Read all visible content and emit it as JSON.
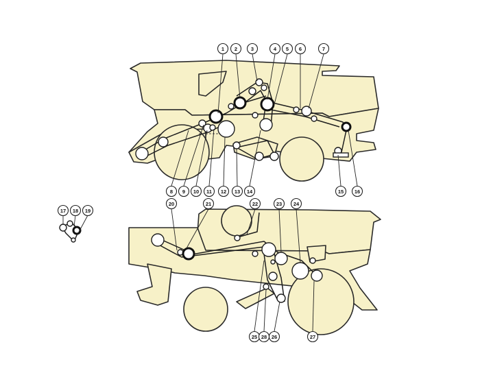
{
  "callouts": {
    "top": [
      "1",
      "2",
      "3",
      "4",
      "5",
      "6",
      "7",
      "8",
      "9",
      "10",
      "11",
      "12",
      "13",
      "14",
      "15",
      "16"
    ],
    "bottom": [
      "20",
      "21",
      "22",
      "23",
      "24",
      "25",
      "26",
      "27",
      "28"
    ],
    "inset": [
      "17",
      "18",
      "19"
    ]
  },
  "colors": {
    "machine_fill": "#f7f1c8",
    "line": "#2a2a2a",
    "background": "#ffffff"
  }
}
